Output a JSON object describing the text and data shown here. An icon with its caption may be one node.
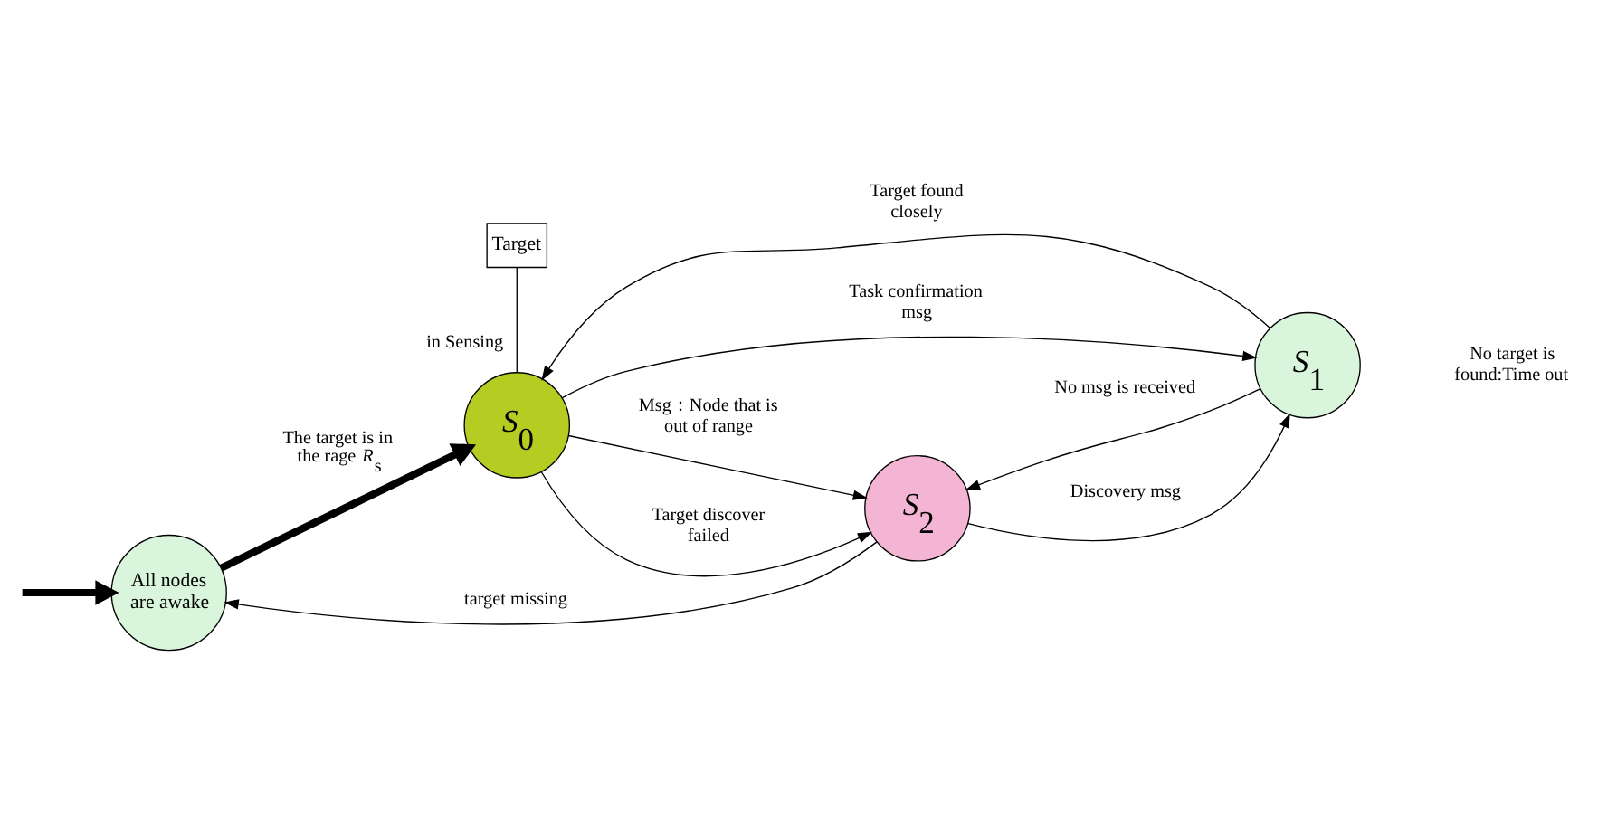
{
  "diagram": {
    "nodes": [
      {
        "text": [
          "All nodes are awake"
        ]
      },
      {
        "text": [
          "*S*$_{0}$"
        ]
      },
      {
        "text": [
          "*S*$_{2}$"
        ]
      },
      {
        "text": [
          "*S*$_{1}$"
        ]
      },
      {
        "text": [
          "Target"
        ]
      }
    ],
    "edges": [
      {
        "from": null,
        "to": 0,
        "arrow": "to",
        "style": "thick"
      },
      {
        "from": 0,
        "to": 1,
        "arrow": "to",
        "style": "thick",
        "label": "The target is in the rage *R*$_{s}$"
      },
      {
        "from": 1,
        "to": 2,
        "arrow": "to",
        "label": "Msg：Node that is out of range"
      },
      {
        "from": 1,
        "to": 2,
        "arrow": "to",
        "label": "Target discover failed"
      },
      {
        "from": 2,
        "to": 0,
        "arrow": "to",
        "label": "target missing"
      },
      {
        "from": 3,
        "to": 1,
        "arrow": "to",
        "label": "Target found closely"
      },
      {
        "from": 2,
        "to": 3,
        "arrow": "to",
        "label": "Discovery msg"
      },
      {
        "from": 1,
        "to": 3,
        "arrow": "to",
        "label": "Task confirmation msg"
      },
      {
        "from": 3,
        "to": 2,
        "arrow": "to",
        "label": "No msg is received"
      },
      {
        "from": 4,
        "to": 1,
        "arrow": "none",
        "label": "in Sensing"
      }
    ],
    "labels": [
      "No target is found:Time out"
    ]
  }
}
